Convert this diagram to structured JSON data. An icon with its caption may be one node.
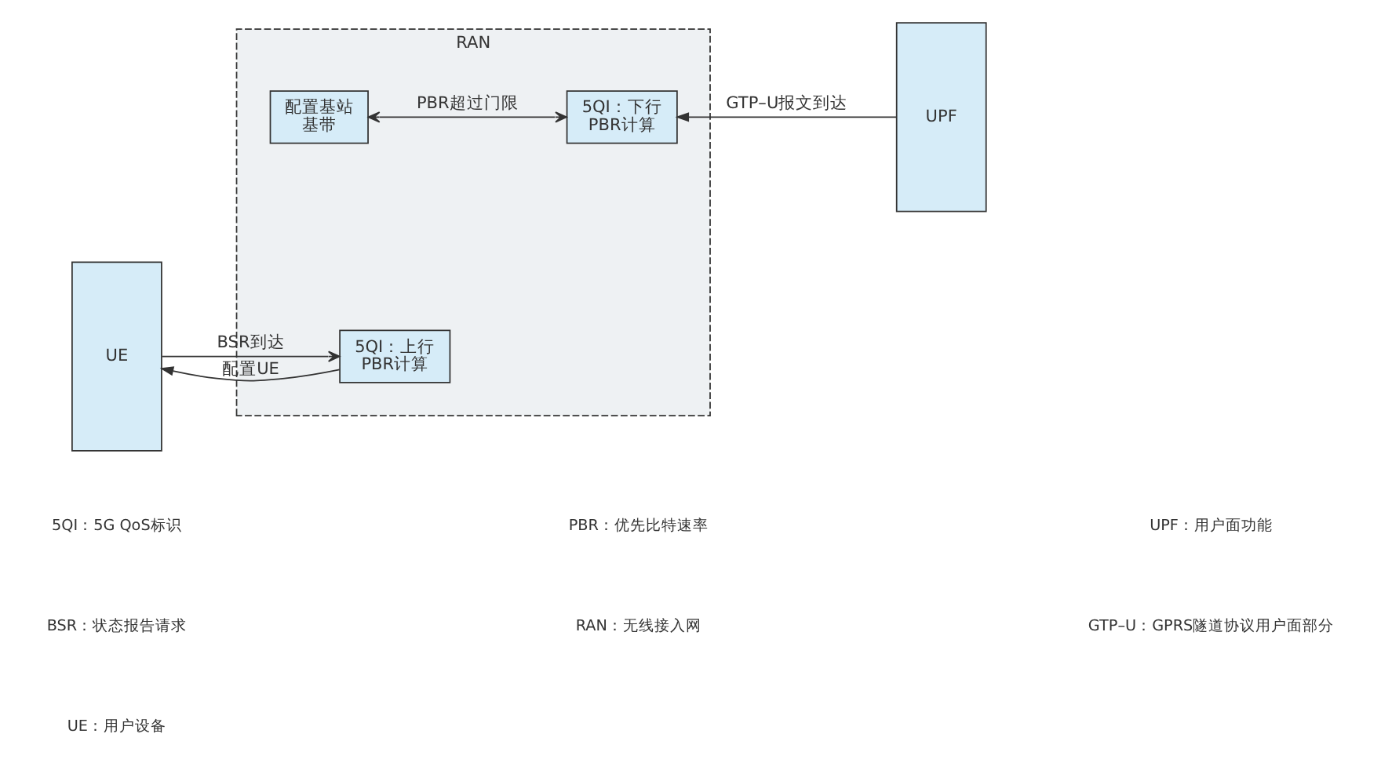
{
  "diagram": {
    "nodes": [
      {
        "text": [
          "UE"
        ]
      },
      {
        "text": [
          "RAN"
        ]
      },
      {
        "text": [
          "配置基站基带"
        ],
        "in": 1
      },
      {
        "text": [
          "5QI：下行PBR计算"
        ],
        "in": 1
      },
      {
        "text": [
          "5QI：上行PBR计算"
        ],
        "in": 1
      },
      {
        "text": [
          "UPF"
        ]
      }
    ],
    "edges": [
      {
        "from": 2,
        "to": 3,
        "arrow": "both",
        "label": "PBR超过门限"
      },
      {
        "from": 5,
        "to": 3,
        "arrow": "to",
        "label": "GTP–U报文到达"
      },
      {
        "from": 0,
        "to": 4,
        "arrow": "to",
        "label": "BSR到达"
      },
      {
        "from": 4,
        "to": 0,
        "arrow": "to",
        "label": "配置UE"
      }
    ],
    "labels": [
      "5QI：5G QoS标识",
      "PBR：优先比特速率",
      "UPF：用户面功能",
      "BSR：状态报告请求",
      "RAN：无线接入网",
      "GTP–U：GPRS隧道协议用户面部分",
      "UE：用户设备"
    ]
  }
}
